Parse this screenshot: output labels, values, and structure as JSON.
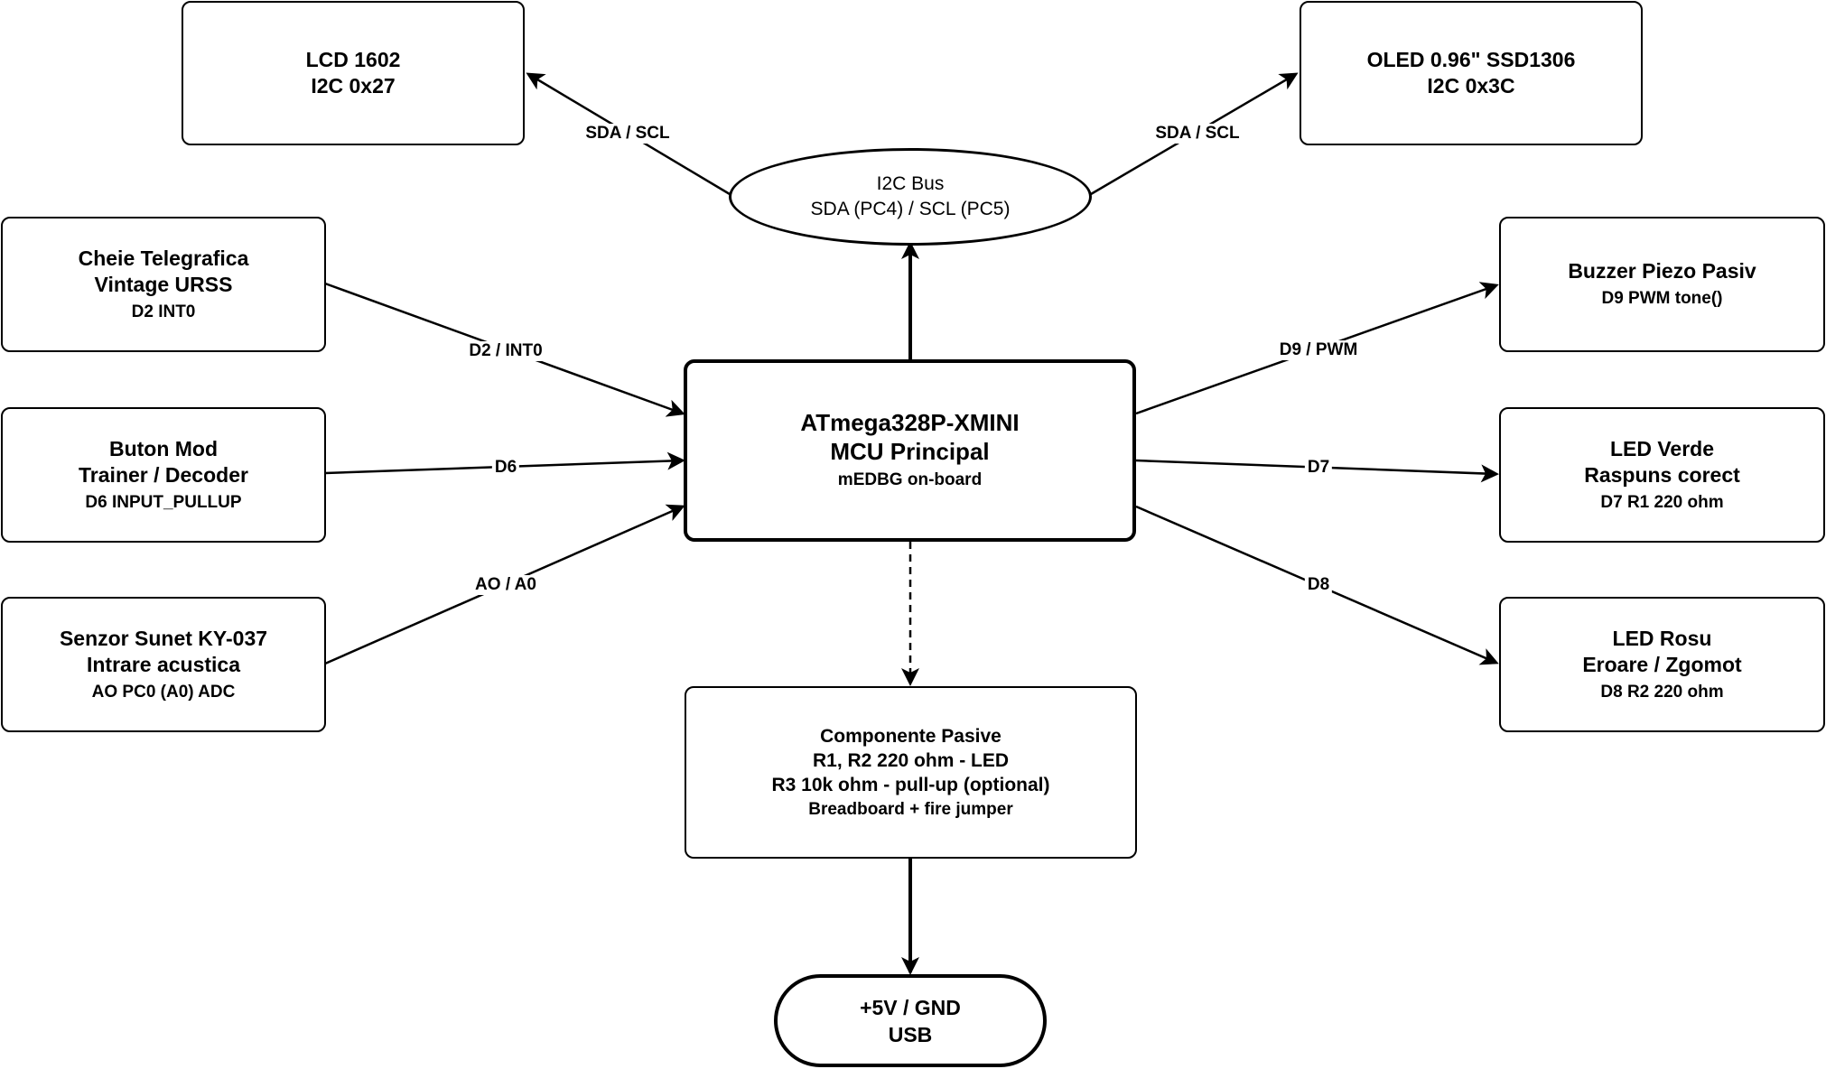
{
  "nodes": {
    "lcd": {
      "line1": "LCD 1602",
      "line2": "I2C 0x27"
    },
    "oled": {
      "line1": "OLED 0.96\" SSD1306",
      "line2": "I2C 0x3C"
    },
    "i2c_bus": {
      "line1": "I2C Bus",
      "line2": "SDA (PC4) / SCL (PC5)"
    },
    "telegraph_key": {
      "line1": "Cheie Telegrafica",
      "line2": "Vintage URSS",
      "line3": "D2  INT0"
    },
    "mode_button": {
      "line1": "Buton Mod",
      "line2": "Trainer / Decoder",
      "line3": "D6  INPUT_PULLUP"
    },
    "sound_sensor": {
      "line1": "Senzor Sunet KY-037",
      "line2": "Intrare acustica",
      "line3": "AO  PC0 (A0) ADC"
    },
    "mcu": {
      "line1": "ATmega328P-XMINI",
      "line2": "MCU Principal",
      "line3": "mEDBG on-board"
    },
    "buzzer": {
      "line1": "Buzzer Piezo Pasiv",
      "line2": "D9  PWM tone()"
    },
    "led_green": {
      "line1": "LED Verde",
      "line2": "Raspuns corect",
      "line3": "D7  R1 220 ohm"
    },
    "led_red": {
      "line1": "LED Rosu",
      "line2": "Eroare / Zgomot",
      "line3": "D8  R2 220 ohm"
    },
    "passives": {
      "line1": "Componente Pasive",
      "line2": "R1, R2 220 ohm - LED",
      "line3": "R3 10k ohm - pull-up (optional)",
      "line4": "Breadboard + fire jumper"
    },
    "power": {
      "line1": "+5V / GND",
      "line2": "USB"
    }
  },
  "edges": {
    "i2c_to_lcd": "SDA / SCL",
    "i2c_to_oled": "SDA / SCL",
    "key_to_mcu": "D2 / INT0",
    "button_to_mcu": "D6",
    "sensor_to_mcu": "AO / A0",
    "mcu_to_buzzer": "D9 / PWM",
    "mcu_to_green": "D7",
    "mcu_to_red": "D8"
  }
}
